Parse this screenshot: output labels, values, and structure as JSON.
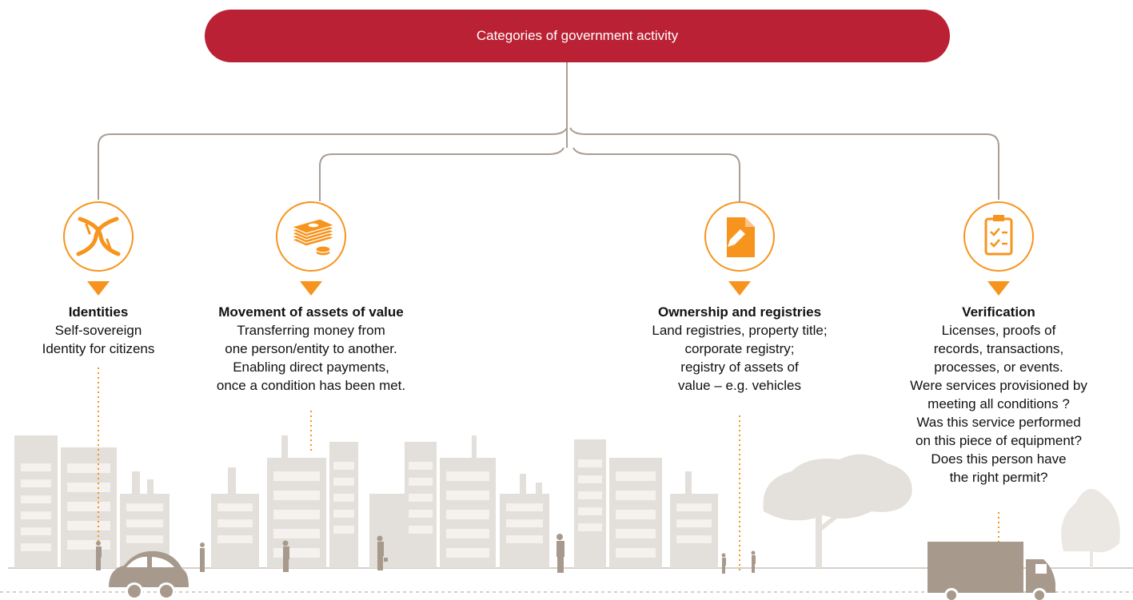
{
  "header": {
    "title": "Categories of government activity"
  },
  "categories": [
    {
      "title": "Identities",
      "icon": "dna-icon",
      "lines": [
        "Self-sovereign",
        "Identity for citizens"
      ]
    },
    {
      "title": "Movement of assets of value",
      "icon": "money-stack-icon",
      "lines": [
        "Transferring money from",
        "one person/entity to another.",
        "Enabling direct payments,",
        "once a condition has been met."
      ]
    },
    {
      "title": "Ownership and registries",
      "icon": "document-pen-icon",
      "lines": [
        "Land registries, property title;",
        "corporate registry;",
        "registry of assets of",
        "value – e.g. vehicles"
      ]
    },
    {
      "title": "Verification",
      "icon": "clipboard-checklist-icon",
      "lines": [
        "Licenses, proofs of",
        "records, transactions,",
        "processes, or events.",
        "Were services provisioned by",
        "meeting all conditions ?",
        "Was this service performed",
        "on this piece of equipment?",
        "Does this person have",
        "the right permit?"
      ]
    }
  ],
  "colors": {
    "header": "#bb2134",
    "accent": "#f7941d",
    "connector": "#a99e94",
    "cityscape": "#e2ddd8",
    "figures": "#a79a8d"
  }
}
